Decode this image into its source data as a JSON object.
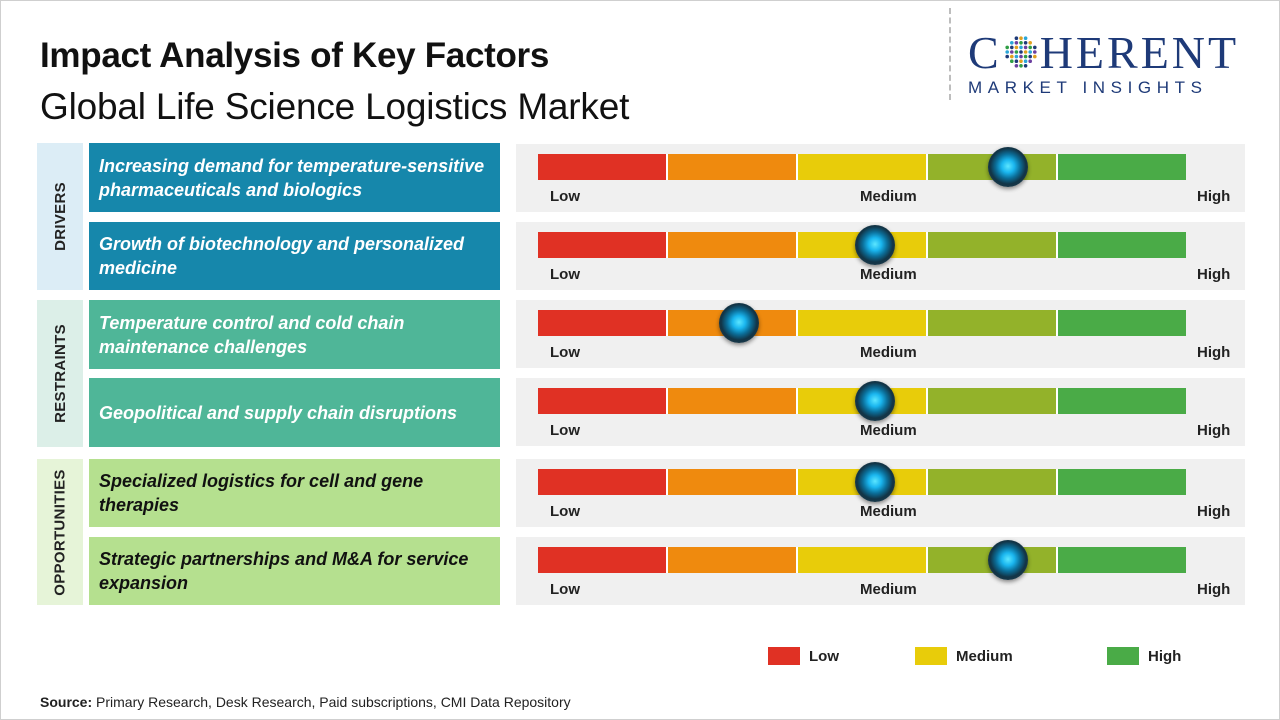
{
  "title": "Impact Analysis of Key Factors",
  "subtitle": "Global Life Science Logistics Market",
  "logo": {
    "main_left": "C",
    "main_right": "HERENT",
    "sub": "MARKET INSIGHTS"
  },
  "groups": [
    "DRIVERS",
    "RESTRAINTS",
    "OPPORTUNITIES"
  ],
  "scale_labels": {
    "low": "Low",
    "medium": "Medium",
    "high": "High"
  },
  "scale_colors": [
    "#e03124",
    "#ef8a0e",
    "#e8cc0a",
    "#93b22a",
    "#4aab47"
  ],
  "chart_data": {
    "type": "gauge-bars",
    "scale_segments": 5,
    "factors": [
      {
        "group": "DRIVERS",
        "label": "Increasing demand for temperature-sensitive pharmaceuticals and biologics",
        "impact": 0.725
      },
      {
        "group": "DRIVERS",
        "label": "Growth of biotechnology and personalized medicine",
        "impact": 0.52
      },
      {
        "group": "RESTRAINTS",
        "label": "Temperature control and cold chain maintenance challenges",
        "impact": 0.31
      },
      {
        "group": "RESTRAINTS",
        "label": "Geopolitical and supply chain disruptions",
        "impact": 0.52
      },
      {
        "group": "OPPORTUNITIES",
        "label": "Specialized logistics for cell and gene therapies",
        "impact": 0.52
      },
      {
        "group": "OPPORTUNITIES",
        "label": "Strategic partnerships and M&A for service expansion",
        "impact": 0.725
      }
    ],
    "legend": [
      {
        "label": "Low",
        "color": "#e03124"
      },
      {
        "label": "Medium",
        "color": "#e8cc0a"
      },
      {
        "label": "High",
        "color": "#4aab47"
      }
    ]
  },
  "source": {
    "label": "Source:",
    "text": " Primary Research, Desk Research, Paid subscriptions, CMI Data Repository"
  }
}
